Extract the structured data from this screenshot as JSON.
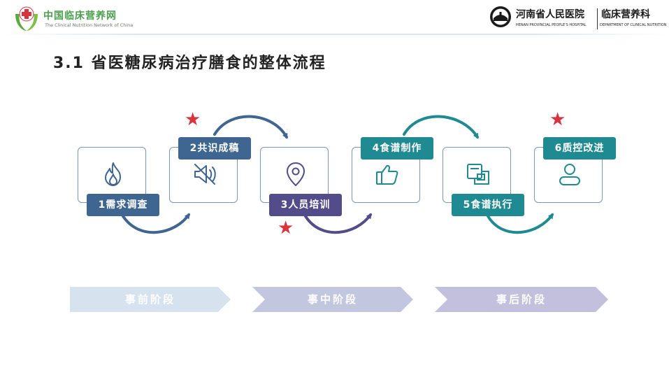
{
  "header": {
    "left_logo": {
      "cn": "中国临床营养网",
      "en": "The Clinical Nutrition Network of China"
    },
    "right_logo": {
      "hospital_cn": "河南省人民医院",
      "hospital_en": "HENAN PROVINCIAL PEOPLE'S HOSPITAL",
      "dept_cn": "临床营养科",
      "dept_en": "DEPARTMENT OF CLINICAL NUTRITION"
    }
  },
  "title": "3.1 省医糖尿病治疗膳食的整体流程",
  "steps": [
    {
      "label": "1需求调查",
      "icon": "fire-icon",
      "starred": false
    },
    {
      "label": "2共识成稿",
      "icon": "speaker-off-icon",
      "starred": true
    },
    {
      "label": "3人员培训",
      "icon": "location-pin-icon",
      "starred": true
    },
    {
      "label": "4食谱制作",
      "icon": "thumbs-up-icon",
      "starred": false
    },
    {
      "label": "5食谱执行",
      "icon": "copy-icon",
      "starred": false
    },
    {
      "label": "6质控改进",
      "icon": "user-icon",
      "starred": true
    }
  ],
  "star_glyph": "★",
  "phases": [
    {
      "label": "事前阶段"
    },
    {
      "label": "事中阶段"
    },
    {
      "label": "事后阶段"
    }
  ],
  "colors": {
    "blue": "#3e6690",
    "purple": "#524d8a",
    "teal": "#1f8a92",
    "star": "#d8343e",
    "phase1": "#d6e3ee",
    "phase2": "#c3c6df",
    "phase3": "#c2c0dc"
  }
}
